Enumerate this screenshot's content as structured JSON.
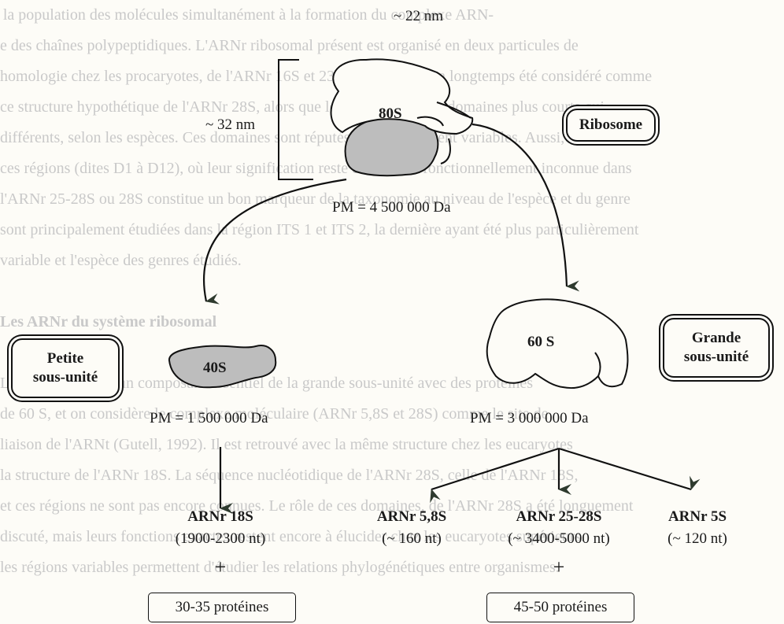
{
  "background_text": [
    "de la population des molécules simultanément à la formation du complexe ARN-",
    "e des chaînes polypeptidiques. L'ARNr ribosomal présent est organisé en deux particules de",
    "homologie chez les procaryotes, de l'ARNr 16S et 23S. L'ARNr 5,8S a longtemps été considéré comme",
    "ce structure hypothétique de l'ARNr 28S, alors que le 18S possède des domaines plus courts qui",
    "différents, selon les espèces. Ces domaines sont réputés particulièrement variables. Aussi, trouve-t-on",
    "ces régions (dites D1 à D12), où leur signification reste discutée et fonctionnellement inconnue dans",
    "l'ARNr 25-28S ou 28S constitue un bon marqueur de la taxonomie au niveau de l'espèce et du genre",
    "sont principalement étudiées dans la région ITS 1 et ITS 2, la dernière ayant été plus particulièrement",
    "variable et l'espèce des genres étudiés.",
    "",
    "Les ARNr du système ribosomal",
    "",
    "Les ARNr 28 sont un composant essentiel de la grande sous-unité avec des protéines",
    "de 60 S, et on considère le complexe moléculaire (ARNr 5,8S et 28S) comme le site de",
    "liaison de l'ARNt (Gutell, 1992). Il est retrouvé avec la même structure chez les eucaryotes",
    "la structure de l'ARNr 18S. La séquence nucléotidique de l'ARNr 28S, celle de l'ARNr 18S,",
    "et ces régions ne sont pas encore connues. Le rôle de ces domaines, de l'ARNr 28S a été longuement",
    "discuté, mais leurs fonctions exactes restent encore à élucider chez les eucaryotes supérieurs.",
    "les régions variables permettent d'étudier les relations phylogénétiques entre organismes."
  ],
  "dimensions": {
    "width_label": "~ 22 nm",
    "height_label": "~ 32 nm"
  },
  "ribosome": {
    "label": "80S",
    "box_label": "Ribosome",
    "pm": "PM = 4 500 000 Da"
  },
  "small_subunit": {
    "label": "40S",
    "box_label_line1": "Petite",
    "box_label_line2": "sous-unité",
    "pm": "PM = 1 500 000 Da"
  },
  "large_subunit": {
    "label": "60 S",
    "box_label_line1": "Grande",
    "box_label_line2": "sous-unité",
    "pm": "PM = 3 000 000 Da"
  },
  "rna": [
    {
      "name": "ARNr 18S",
      "size": "(1900-2300 nt)"
    },
    {
      "name": "ARNr 5,8S",
      "size": "(~ 160 nt)"
    },
    {
      "name": "ARNr 25-28S",
      "size": "(~ 3400-5000 nt)"
    },
    {
      "name": "ARNr 5S",
      "size": "(~ 120 nt)"
    }
  ],
  "plus_sign": "+",
  "proteins": {
    "small": "30-35 protéines",
    "large": "45-50 protéines"
  },
  "colors": {
    "subunit_fill": "#bdbdbd",
    "line": "#111111",
    "arrow_head": "#2e3a2e"
  }
}
